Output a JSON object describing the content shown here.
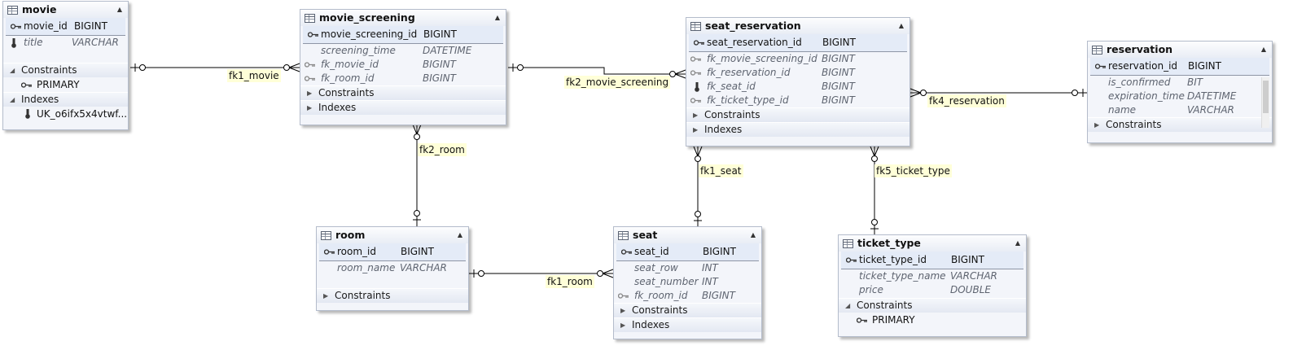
{
  "tables": {
    "movie": {
      "name": "movie",
      "pk": {
        "name": "movie_id",
        "type": "BIGINT"
      },
      "columns": [
        {
          "name": "title",
          "type": "VARCHAR"
        }
      ],
      "constraints_label": "Constraints",
      "constraint_items": [
        "PRIMARY"
      ],
      "indexes_label": "Indexes",
      "index_items": [
        "UK_o6ifx5x4vtwf..."
      ]
    },
    "movie_screening": {
      "name": "movie_screening",
      "pk": {
        "name": "movie_screening_id",
        "type": "BIGINT"
      },
      "columns": [
        {
          "name": "screening_time",
          "type": "DATETIME"
        },
        {
          "name": "fk_movie_id",
          "type": "BIGINT"
        },
        {
          "name": "fk_room_id",
          "type": "BIGINT"
        }
      ],
      "constraints_label": "Constraints",
      "indexes_label": "Indexes"
    },
    "seat_reservation": {
      "name": "seat_reservation",
      "pk": {
        "name": "seat_reservation_id",
        "type": "BIGINT"
      },
      "columns": [
        {
          "name": "fk_movie_screening_id",
          "type": "BIGINT"
        },
        {
          "name": "fk_reservation_id",
          "type": "BIGINT"
        },
        {
          "name": "fk_seat_id",
          "type": "BIGINT"
        },
        {
          "name": "fk_ticket_type_id",
          "type": "BIGINT"
        }
      ],
      "constraints_label": "Constraints",
      "indexes_label": "Indexes"
    },
    "reservation": {
      "name": "reservation",
      "pk": {
        "name": "reservation_id",
        "type": "BIGINT"
      },
      "columns": [
        {
          "name": "is_confirmed",
          "type": "BIT"
        },
        {
          "name": "expiration_time",
          "type": "DATETIME"
        },
        {
          "name": "name",
          "type": "VARCHAR"
        }
      ],
      "constraints_label": "Constraints"
    },
    "room": {
      "name": "room",
      "pk": {
        "name": "room_id",
        "type": "BIGINT"
      },
      "columns": [
        {
          "name": "room_name",
          "type": "VARCHAR"
        }
      ],
      "constraints_label": "Constraints"
    },
    "seat": {
      "name": "seat",
      "pk": {
        "name": "seat_id",
        "type": "BIGINT"
      },
      "columns": [
        {
          "name": "seat_row",
          "type": "INT"
        },
        {
          "name": "seat_number",
          "type": "INT"
        },
        {
          "name": "fk_room_id",
          "type": "BIGINT"
        }
      ],
      "constraints_label": "Constraints",
      "indexes_label": "Indexes"
    },
    "ticket_type": {
      "name": "ticket_type",
      "pk": {
        "name": "ticket_type_id",
        "type": "BIGINT"
      },
      "columns": [
        {
          "name": "ticket_type_name",
          "type": "VARCHAR"
        },
        {
          "name": "price",
          "type": "DOUBLE"
        }
      ],
      "constraints_label": "Constraints",
      "constraint_items": [
        "PRIMARY"
      ]
    }
  },
  "relations": {
    "fk1_movie": "fk1_movie",
    "fk2_movie_screening": "fk2_movie_screening",
    "fk4_reservation": "fk4_reservation",
    "fk2_room": "fk2_room",
    "fk1_seat": "fk1_seat",
    "fk5_ticket_type": "fk5_ticket_type",
    "fk1_room": "fk1_room"
  },
  "icons": {
    "table": "table-icon",
    "primary_key": "key-icon",
    "foreign_key": "foreign-key-icon",
    "not_null": "thermometer-icon",
    "expand": "triangle-right-icon",
    "collapse": "triangle-up-icon"
  },
  "colors": {
    "header_bg": "#e9edf5",
    "pk_row_bg": "#e4ebf7",
    "label_bg": "#ffffd8",
    "line": "#000000"
  }
}
